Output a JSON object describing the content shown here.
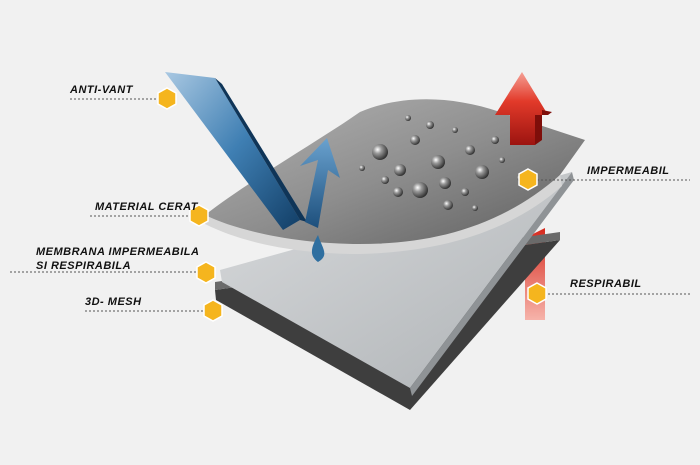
{
  "labels": {
    "anti_vant": "ANTI-VANT",
    "material_cerat": "MATERIAL CERAT",
    "membrana_line1": "MEMBRANA IMPERMEABILA",
    "membrana_line2": "SI RESPIRABILA",
    "mesh_3d": "3D- MESH",
    "impermeabil": "IMPERMEABIL",
    "respirabil": "RESPIRABIL"
  },
  "colors": {
    "background": "#f1f1f1",
    "wind_arrow": "#2f6fa0",
    "breath_arrow": "#d62a1e",
    "marker": "#f5b51e",
    "waxed_fabric": "#8e8e8e",
    "membrane": "#c6c9cc",
    "mesh": "#4a4a4a"
  },
  "icons": {
    "markers": "hexagon-marker-icon",
    "wind_arrows": "wind-arrow-icon",
    "breath_arrows": "vapor-arrow-icon"
  }
}
